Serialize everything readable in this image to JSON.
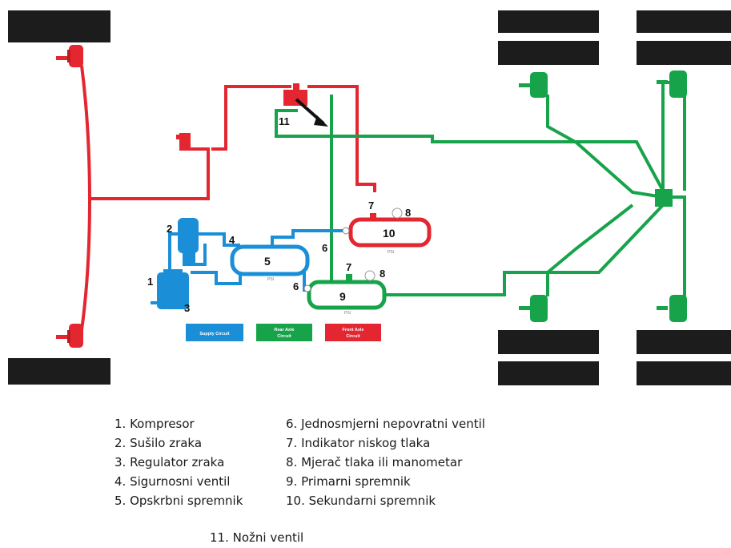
{
  "colors": {
    "supply": "#1a8fd8",
    "rear": "#16a34a",
    "front": "#e32630",
    "wheel": "#1c1c1c"
  },
  "diagram": {
    "numbers": [
      "1",
      "2",
      "3",
      "4",
      "5",
      "6",
      "7",
      "8",
      "9",
      "10",
      "11"
    ],
    "tank_psi_label": "PSI",
    "legend_boxes": {
      "supply": "Supply Circuit",
      "rear_line1": "Rear Axle",
      "rear_line2": "Circuit",
      "front_line1": "Front Axle",
      "front_line2": "Circuit"
    }
  },
  "legend": {
    "left": [
      "1. Kompresor",
      "2. Sušilo zraka",
      "3. Regulator zraka",
      "4. Sigurnosni ventil",
      "5. Opskrbni spremnik"
    ],
    "right": [
      "6. Jednosmjerni nepovratni ventil",
      "7. Indikator niskog tlaka",
      "8. Mjerač tlaka ili manometar",
      "9. Primarni spremnik",
      "10. Sekundarni spremnik"
    ],
    "last": "11. Nožni ventil"
  }
}
